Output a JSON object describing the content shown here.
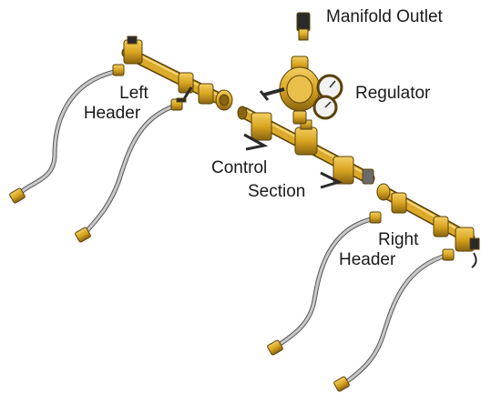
{
  "labels": {
    "manifold_outlet": "Manifold Outlet",
    "regulator": "Regulator",
    "left_header_line1": "Left",
    "left_header_line2": "Header",
    "control_line1": "Control",
    "control_line2": "Section",
    "right_header_line1": "Right",
    "right_header_line2": "Header"
  },
  "colors": {
    "brass": "#d9a520",
    "brass_dark": "#8a6410",
    "hose": "#b9b9b9",
    "hose_dark": "#555555",
    "ink": "#1a1a1a"
  }
}
